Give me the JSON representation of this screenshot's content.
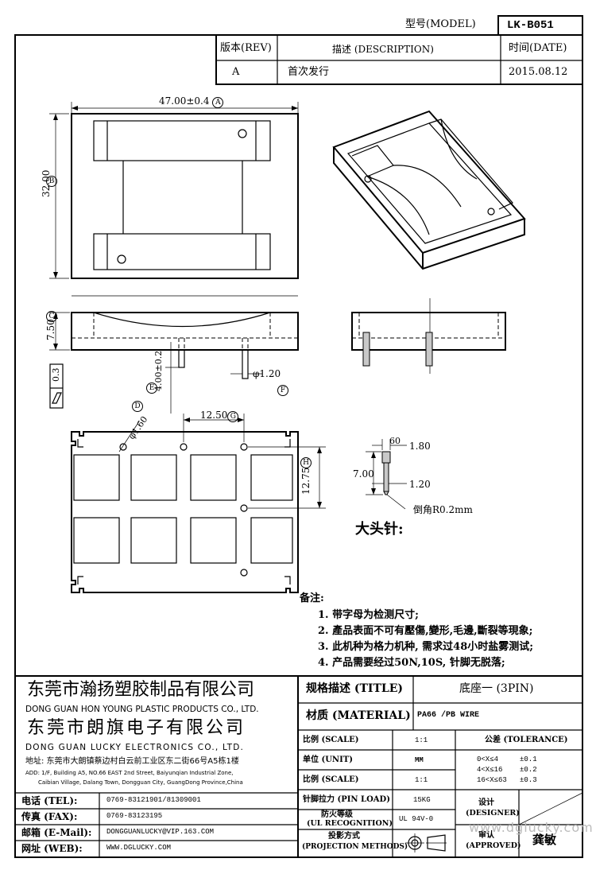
{
  "header": {
    "model_label": "型号(MODEL)",
    "model_value": "LK-B051",
    "rev_header": "版本(REV)",
    "desc_header": "描述 (DESCRIPTION)",
    "date_header": "时间(DATE)",
    "rev_value": "A",
    "desc_value": "首次发行",
    "date_value": "2015.08.12"
  },
  "dims": {
    "width": "47.00±0.4",
    "width_tag": "A",
    "height": "32.00",
    "height_tag": "B",
    "side_tag": "C",
    "thickness": "7.50",
    "flatness_value": "0.3",
    "pin_len": "4.00±0.2",
    "pin_len_tag": "E",
    "pin_dia": "φ1.20",
    "pin_dia_tag": "F",
    "hole_dia": "φ1.60",
    "hole_dia_tag": "D",
    "pitch_x": "12.50",
    "pitch_x_tag": "G",
    "pitch_y": "12.75",
    "pitch_y_tag": "H"
  },
  "pin_detail": {
    "d1": "60",
    "d2": "1.80",
    "d3": "7.00",
    "d4": "1.20",
    "chamfer": "倒角R0.2mm",
    "title": "大头针:"
  },
  "notes": {
    "title": "备注:",
    "items": [
      "1. 带字母为检测尺寸;",
      "2. 產品表面不可有壓傷,變形,毛邊,斷裂等現象;",
      "3. 此机种为格力机种, 需求过48小时盐雾测试;",
      "4. 产品需要经过50N,10S, 针脚无脱落;"
    ]
  },
  "company": {
    "name1_cn": "东莞市瀚扬塑胶制品有限公司",
    "name1_en": "DONG GUAN HON YOUNG PLASTIC PRODUCTS CO., LTD.",
    "name2_cn": "东莞市朗旗电子有限公司",
    "name2_en": "DONG GUAN LUCKY ELECTRONICS CO., LTD.",
    "addr_cn": "地址: 东莞市大朗镇蔡边村白云前工业区东二街66号A5栋1楼",
    "addr_en1": "ADD: 1/F, Building A5, NO.66 EAST 2nd Street, Baiyunqian Industrial Zone,",
    "addr_en2": "Caibian Village, Dalang Town, Dongguan City, GuangDong Province,China",
    "tel_label": "电话 (TEL):",
    "tel_value": "0769-83121901/81309001",
    "fax_label": "传真 (FAX):",
    "fax_value": "0769-83123195",
    "email_label": "邮箱 (E-Mail):",
    "email_value": "DONGGUANLUCKY@VIP.163.COM",
    "web_label": "网址 (WEB):",
    "web_value": "WWW.DGLUCKY.COM"
  },
  "spec": {
    "title_label": "规格描述 (TITLE)",
    "title_value": "底座一 (3PIN)",
    "material_label": "材质 (MATERIAL)",
    "material_value": "PA66 /PB WIRE",
    "scale_label": "比例 (SCALE)",
    "scale_value": "1:1",
    "unit_label": "单位 (UNIT)",
    "unit_value": "MM",
    "scale2_label": "比例 (SCALE)",
    "scale2_value": "1:1",
    "pinload_label": "针脚拉力 (PIN LOAD)",
    "pinload_value": "15KG",
    "ul_label1": "防火等级",
    "ul_label2": "(UL RECOGNITION)",
    "ul_value": "UL 94V-0",
    "proj_label1": "投影方式",
    "proj_label2": "(PROJECTION METHODS)",
    "tol_header": "公差 (TOLERANCE)",
    "tol_rows": [
      {
        "range": "0<X≤4",
        "value": "±0.1"
      },
      {
        "range": "4<X≤16",
        "value": "±0.2"
      },
      {
        "range": "16<X≤63",
        "value": "±0.3"
      }
    ],
    "designer_label1": "设计",
    "designer_label2": "(DESIGNER)",
    "approved_label1": "审认",
    "approved_label2": "(APPROVED)",
    "approved_value": "龚敏",
    "watermark": "www.dglucky.com"
  }
}
